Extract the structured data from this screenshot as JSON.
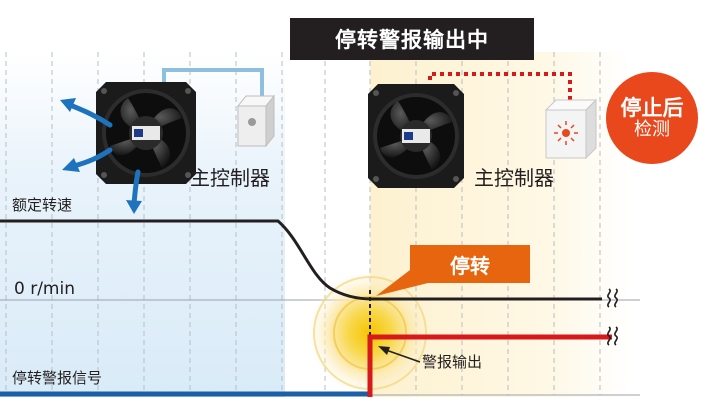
{
  "banner": {
    "text": "停转警报输出中"
  },
  "badge": {
    "line1": "停止后",
    "line2": "检测"
  },
  "left_panel": {
    "controller_label": "主控制器"
  },
  "right_panel": {
    "controller_label": "主控制器"
  },
  "callout": {
    "text": "停转"
  },
  "labels": {
    "rated_speed": "额定转速",
    "zero_speed": "0 r/min",
    "alarm_signal": "停转警报信号",
    "alarm_output": "警报输出"
  },
  "colors": {
    "left_bg": "#e3f0fa",
    "right_bg": "#fdf3d9",
    "banner_bg": "#231f20",
    "badge_bg": "#e8481c",
    "callout_bg": "#e8650f",
    "airflow_arrow": "#1e73be",
    "wire_left": "#8fbfdf",
    "wire_right": "#d7191c",
    "signal_low": "#1a5fa8",
    "signal_high": "#d7191c"
  },
  "icons": [
    "fan-icon",
    "controller-box-icon",
    "alarm-light-icon",
    "airflow-arrow-icon",
    "break-mark-icon"
  ]
}
